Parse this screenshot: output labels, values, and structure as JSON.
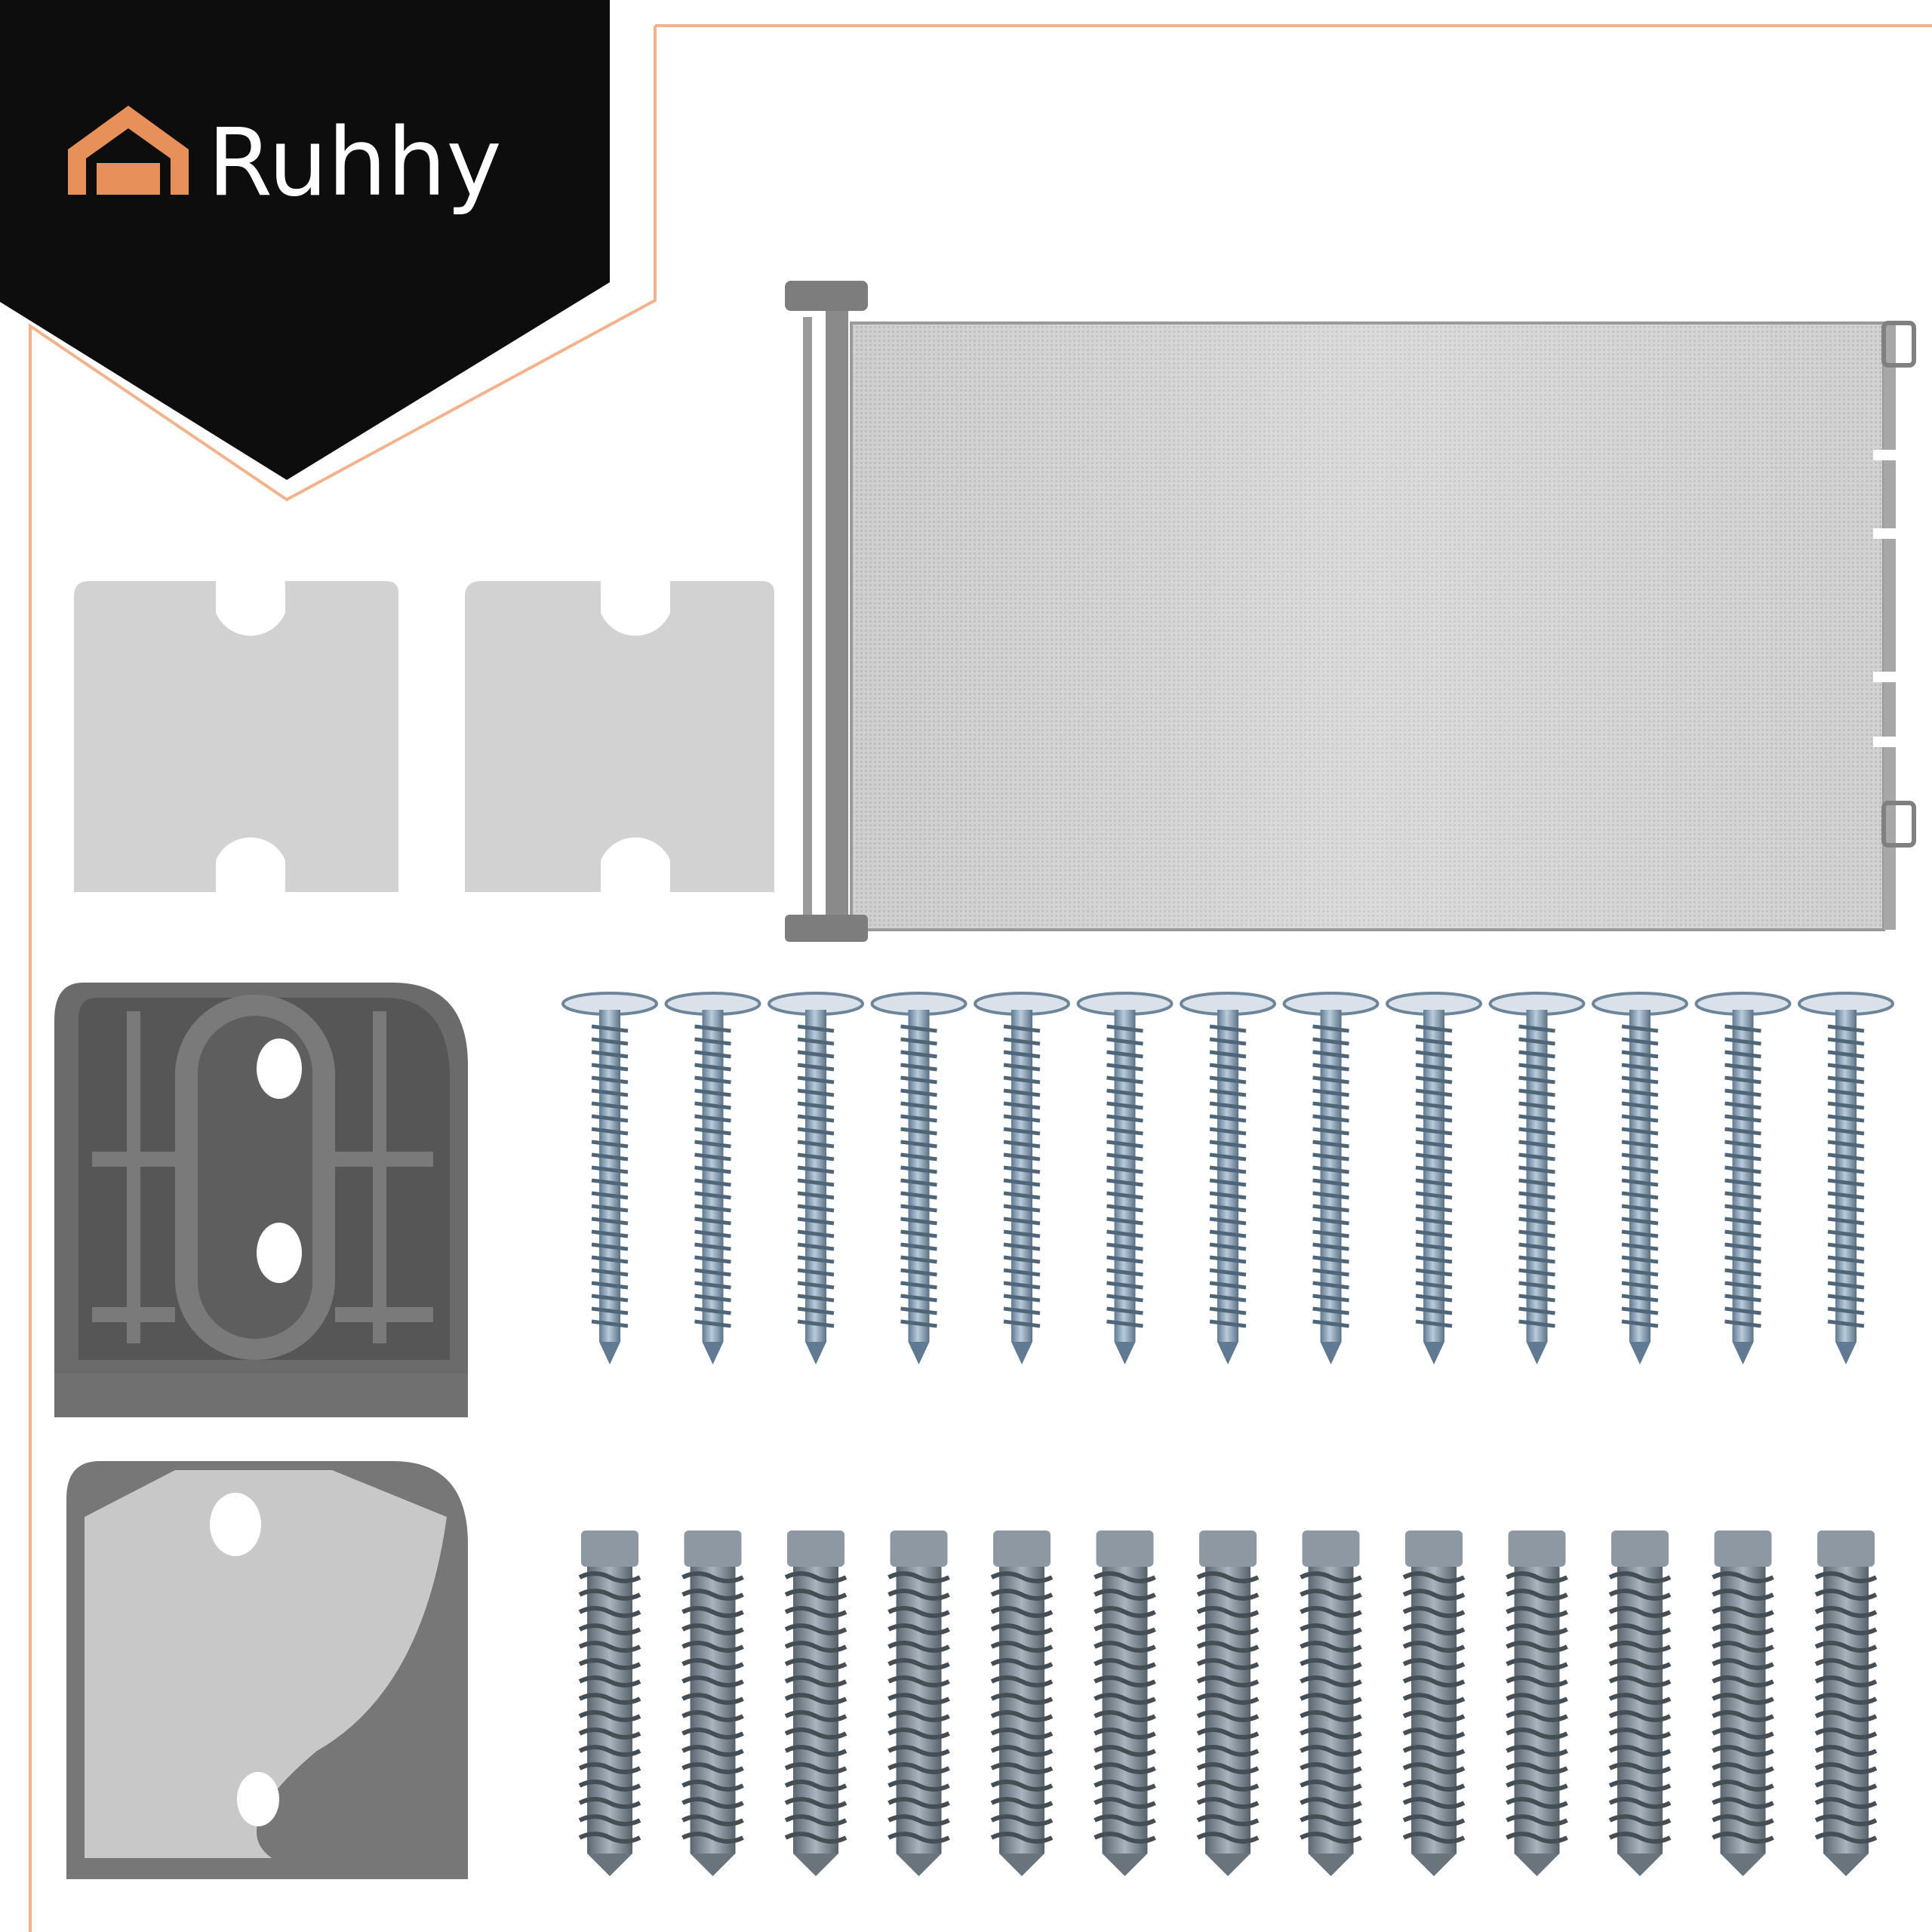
{
  "brand": {
    "name": "Ruhhy",
    "logo_icon": "house-icon",
    "badge_color": "#0d0d0d",
    "accent_color": "#e8905a",
    "text_color": "#ffffff"
  },
  "product": {
    "items": [
      {
        "name": "retractable-mesh-gate",
        "count": 1
      },
      {
        "name": "adhesive-pad",
        "count": 2
      },
      {
        "name": "mounting-bracket",
        "count": 2
      },
      {
        "name": "screw",
        "count": 13
      },
      {
        "name": "wall-anchor",
        "count": 13
      }
    ],
    "mesh_color": "#c9c9c9",
    "frame_color": "#7d7d7d",
    "screw_color": "#8aa4bb",
    "anchor_color": "#7f8993"
  }
}
